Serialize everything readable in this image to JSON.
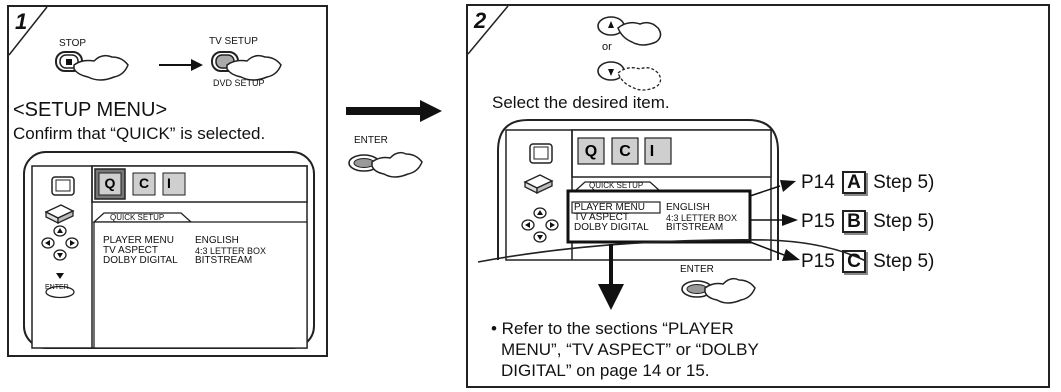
{
  "step1": {
    "number": "1",
    "stop_label": "STOP",
    "tv_setup_label": "TV SETUP",
    "dvd_setup_label": "DVD SETUP",
    "menu_title": "<SETUP MENU>",
    "instruction": "Confirm that “QUICK” is selected.",
    "screen": {
      "icons": [
        "quick",
        "custom",
        "initialize"
      ],
      "tab_label": "QUICK SETUP",
      "rows": [
        {
          "label": "PLAYER MENU",
          "value": "ENGLISH"
        },
        {
          "label": "TV ASPECT",
          "value": "4:3 LETTER BOX"
        },
        {
          "label": "DOLBY DIGITAL",
          "value": "BITSTREAM"
        }
      ],
      "enter_label": "ENTER"
    }
  },
  "middle": {
    "enter_label": "ENTER"
  },
  "step2": {
    "number": "2",
    "or_label": "or",
    "instruction": "Select the desired item.",
    "screen": {
      "icons": [
        "quick",
        "custom",
        "initialize"
      ],
      "tab_label": "QUICK SETUP",
      "rows": [
        {
          "label": "PLAYER MENU",
          "value": "ENGLISH"
        },
        {
          "label": "TV ASPECT",
          "value": "4:3 LETTER BOX"
        },
        {
          "label": "DOLBY DIGITAL",
          "value": "BITSTREAM"
        }
      ]
    },
    "refs": [
      {
        "page": "P14",
        "letter": "A",
        "step": "Step 5)"
      },
      {
        "page": "P15",
        "letter": "B",
        "step": "Step 5)"
      },
      {
        "page": "P15",
        "letter": "C",
        "step": "Step 5)"
      }
    ],
    "enter_label": "ENTER",
    "note": [
      "• Refer to the sections “PLAYER",
      "MENU”, “TV ASPECT” or “DOLBY",
      "DIGITAL” on page 14 or 15."
    ]
  }
}
